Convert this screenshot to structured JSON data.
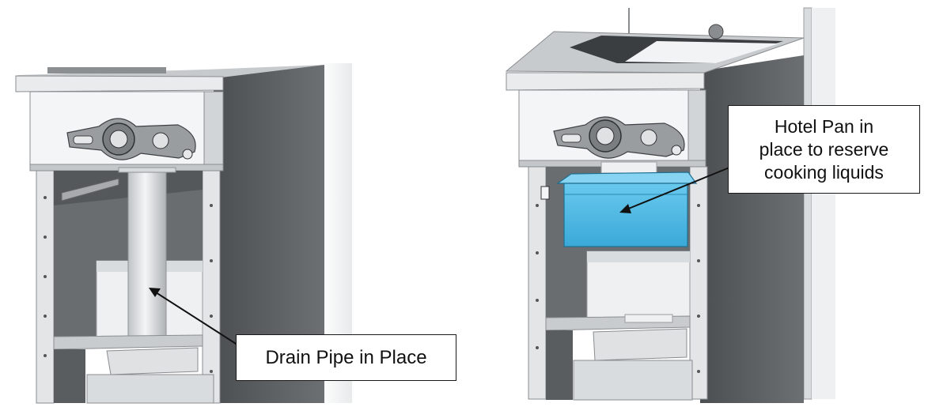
{
  "callouts": {
    "drain_pipe": "Drain Pipe in Place",
    "hotel_pan": [
      "Hotel Pan in",
      "place to reserve",
      "cooking liquids"
    ]
  },
  "colors": {
    "steel": "#cfd2d4",
    "steel_dark": "#55585b",
    "hotel_pan": "#4fbde6",
    "background": "#ffffff"
  }
}
